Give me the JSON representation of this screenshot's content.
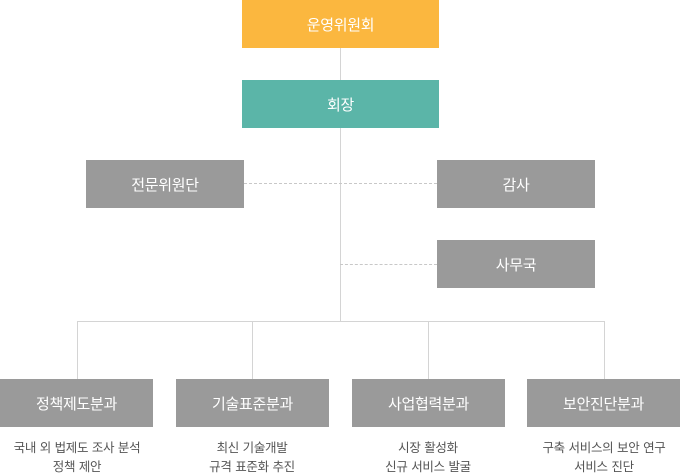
{
  "top": {
    "label": "운영위원회"
  },
  "chair": {
    "label": "회장"
  },
  "advisory": {
    "label": "전문위원단"
  },
  "audit": {
    "label": "감사"
  },
  "secretariat": {
    "label": "사무국"
  },
  "divisions": [
    {
      "label": "정책제도분과",
      "desc": [
        "국내 외 법제도 조사 분석",
        "정책 제안"
      ]
    },
    {
      "label": "기술표준분과",
      "desc": [
        "최신 기술개발",
        "규격 표준화 추진"
      ]
    },
    {
      "label": "사업협력분과",
      "desc": [
        "시장 활성화",
        "신규 서비스 발굴"
      ]
    },
    {
      "label": "보안진단분과",
      "desc": [
        "구축 서비스의 보안 연구",
        "서비스 진단"
      ]
    }
  ],
  "colors": {
    "top": "#fbb73f",
    "chair": "#5bb5a8",
    "node": "#9a9a9a",
    "connector": "#d4d4d4"
  }
}
